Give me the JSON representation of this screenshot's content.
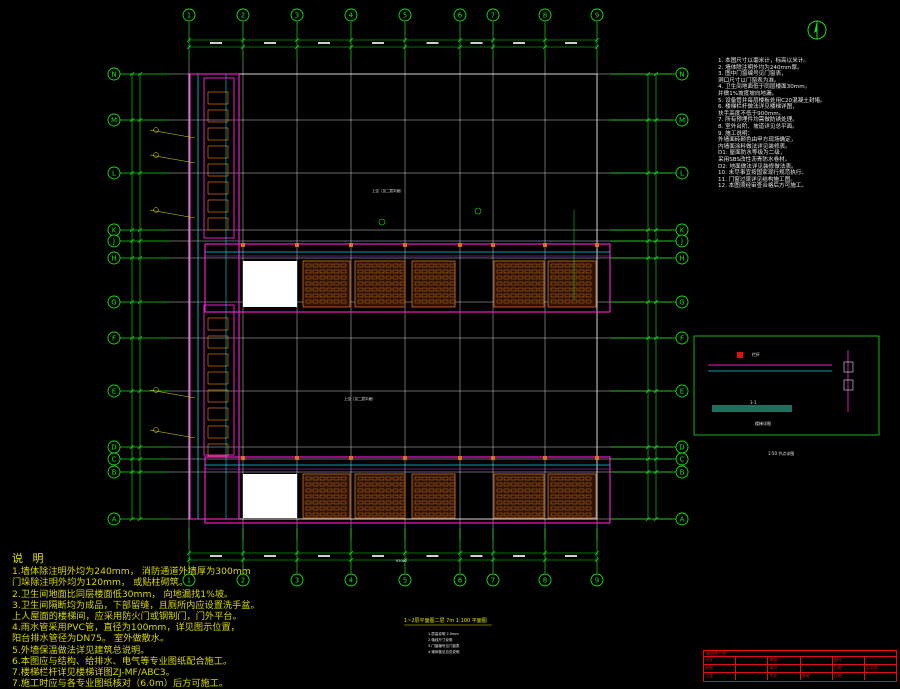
{
  "drawing": {
    "x_axes": [
      "1",
      "2",
      "3",
      "4",
      "5",
      "6",
      "7",
      "8",
      "9"
    ],
    "y_axes": [
      "N",
      "M",
      "L",
      "K",
      "J",
      "H",
      "G",
      "F",
      "E",
      "D",
      "C",
      "B",
      "A"
    ],
    "plan_title": "1~2层平面图二层  7m 1:100 平面图",
    "plan_subnotes": [
      "1.层高说明 2.0mm",
      "2.轴线尺寸说明",
      "3.门窗编号见门窗表",
      "4.墙体做法见总说明"
    ],
    "dim_bottom_total": "63000",
    "inner_label_upper": "上空（见二层平面）",
    "inner_label_lower": "上空（见二层平面）",
    "detail_box_title": "楼梯详图",
    "detail_label_a": "栏杆",
    "detail_label_b": "1-1",
    "detail_caption": "1:50 节点详图"
  },
  "notes_left": {
    "heading": "说  明",
    "items": [
      "1.墙体除注明外均为240mm，    消防通道外墙厚为300mm",
      "  门垛除注明外均为120mm，    或贴柱砌筑。",
      "2.卫生间地面比同层楼面低30mm，    向地漏找1%坡。",
      "3.卫生间隔断均为成品，下部留缝，且厕所内应设置洗手盆。",
      "  上人屋面的楼梯间，应采用防火门或钢制门，门外平台。",
      "4.雨水管采用PVC管，直径为100mm，详见图示位置，",
      "  阳台排水管径为DN75。              室外做散水。",
      "5.外墙保温做法详见建筑总说明。",
      "6.本图应与结构、给排水、电气等专业图纸配合施工。",
      "7.楼梯栏杆详见楼梯详图ZJ-MF/ABC3。",
      "7.施工时应与各专业图纸核对（6.0m）后方可施工。"
    ]
  },
  "notes_right": [
    "1. 本图尺寸以毫米计，标高以米计。",
    "2. 墙体除注明外均为240mm厚。",
    "3. 图中门窗编号见门窗表，",
    "   洞口尺寸以门窗表为准。",
    "4. 卫生间地面低于同层楼面30mm，",
    "   并做1%坡度坡向地漏。",
    "5. 设备管井每层楼板处用C20混凝土封堵。",
    "6. 楼梯栏杆做法详见楼梯详图，",
    "   扶手高度不低于900mm。",
    "7. 所有预埋件均需做防锈处理。",
    "8. 室外台阶、坡道详见总平面。",
    "9. 施工说明：",
    "   外墙面砖颜色由甲方现场确定，",
    "   内墙面涂料做法详见装修表。",
    "   D1:  屋面防水等级为二级，",
    "   采用SBS改性沥青防水卷材。",
    "   D2:  地面做法详见装修做法表。",
    "10. 未尽事宜按国家现行规范执行。",
    "11. 门窗过梁详见结构施工图。",
    "12. 本图须经审查合格后方可施工。"
  ],
  "title_block": {
    "header": "建筑施工图",
    "rows": [
      [
        "设计",
        "",
        "审核",
        "",
        "图号",
        ""
      ],
      [
        "制图",
        "",
        "校对",
        "",
        "比例",
        "1:100"
      ],
      [
        "工程",
        "",
        "专业",
        "建筑",
        "日期",
        ""
      ]
    ]
  },
  "colors": {
    "axis": "#18e018",
    "grid": "#f0f0f0",
    "wall": "#e81ec8",
    "room": "#d87418",
    "annotation": "#e0e000",
    "cyan": "#10d0e0",
    "accent_red": "#e01010"
  }
}
